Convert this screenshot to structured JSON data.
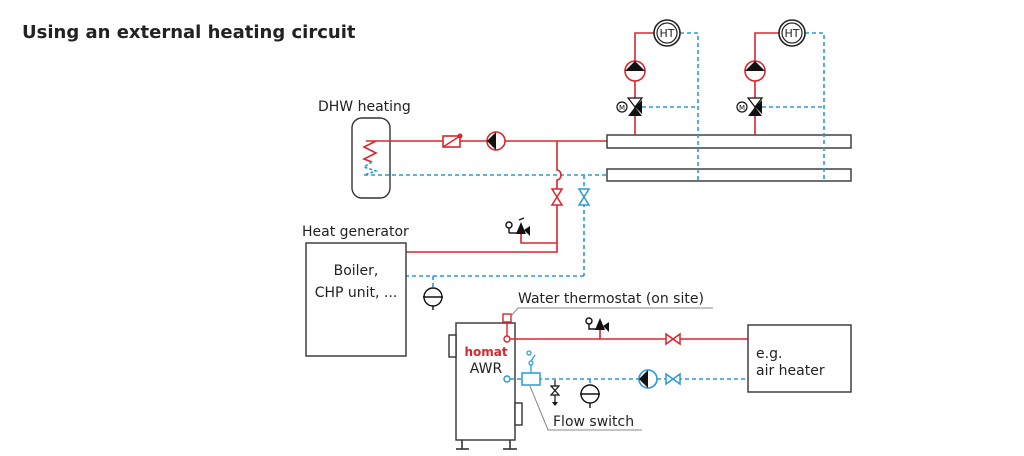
{
  "title": "Using an external heating circuit",
  "labels": {
    "dhw": "DHW heating",
    "heat_generator": "Heat generator",
    "boiler_line1": "Boiler,",
    "boiler_line2": "CHP unit, ...",
    "water_thermostat": "Water thermostat (on site)",
    "flow_switch": "Flow switch",
    "air_heater_line1": "e.g.",
    "air_heater_line2": "air heater",
    "awr": "AWR",
    "ht1": "HT",
    "ht2": "HT"
  },
  "logo_text": "homat",
  "colors": {
    "supply": "#d9262e",
    "return": "#2a9ad6",
    "outline": "#333333"
  }
}
